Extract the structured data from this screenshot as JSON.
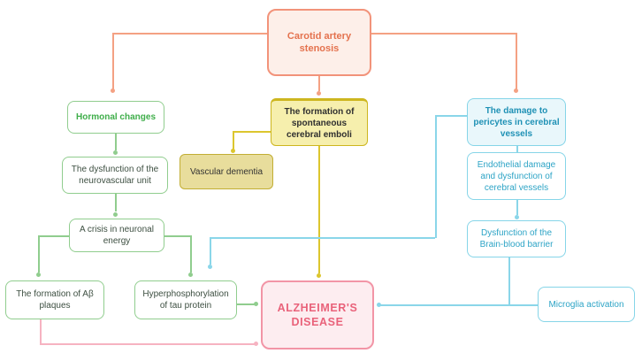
{
  "nodes": {
    "carotid": {
      "label": "Carotid artery stenosis"
    },
    "hormonal": {
      "label": "Hormonal changes"
    },
    "formation": {
      "label": "The formation of spontaneous cerebral emboli"
    },
    "pericytes": {
      "label": "The damage to pericytes in cerebral vessels"
    },
    "vascular": {
      "label": "Vascular dementia"
    },
    "neurovascular": {
      "label": "The dysfunction of the neurovascular unit"
    },
    "endothelial": {
      "label": "Endothelial damage and dysfunction of cerebral vessels"
    },
    "crisis": {
      "label": "A crisis in neuronal energy"
    },
    "bbb": {
      "label": "Dysfunction of the Brain-blood barrier"
    },
    "abeta": {
      "label": "The formation of Aβ plaques"
    },
    "tau": {
      "label": "Hyperphosphorylation of tau protein"
    },
    "alzheimers": {
      "label": "ALZHEIMER'S DISEASE"
    },
    "microglia": {
      "label": "Microglia activation"
    }
  },
  "colors": {
    "salmon_line": "#f4a183",
    "green_line": "#90cd8e",
    "yellow_line": "#dcc62e",
    "cyan_line": "#8ad6e9",
    "pink_line": "#f6b3c1",
    "carotid_text": "#e4724e",
    "hormonal_text": "#3fae4a",
    "teal_text": "#2da4c6",
    "alzheimers_text": "#e9627a",
    "green_box_text": "#3d4f41"
  },
  "edges": [
    {
      "from": "carotid",
      "to": "hormonal",
      "color": "salmon"
    },
    {
      "from": "carotid",
      "to": "formation",
      "color": "salmon"
    },
    {
      "from": "carotid",
      "to": "pericytes",
      "color": "salmon"
    },
    {
      "from": "hormonal",
      "to": "neurovascular",
      "color": "green"
    },
    {
      "from": "neurovascular",
      "to": "crisis",
      "color": "green"
    },
    {
      "from": "crisis",
      "to": "abeta",
      "color": "green"
    },
    {
      "from": "crisis",
      "to": "tau",
      "color": "green"
    },
    {
      "from": "tau",
      "to": "alzheimers",
      "color": "green"
    },
    {
      "from": "abeta",
      "to": "alzheimers",
      "color": "pink"
    },
    {
      "from": "formation",
      "to": "vascular",
      "color": "yellow"
    },
    {
      "from": "formation",
      "to": "alzheimers",
      "color": "yellow"
    },
    {
      "from": "pericytes",
      "to": "endothelial",
      "color": "cyan"
    },
    {
      "from": "endothelial",
      "to": "bbb",
      "color": "cyan"
    },
    {
      "from": "bbb",
      "to": "microglia",
      "color": "cyan"
    },
    {
      "from": "bbb",
      "to": "alzheimers",
      "color": "cyan"
    },
    {
      "from": "pericytes",
      "to": "tau",
      "color": "cyan"
    }
  ]
}
